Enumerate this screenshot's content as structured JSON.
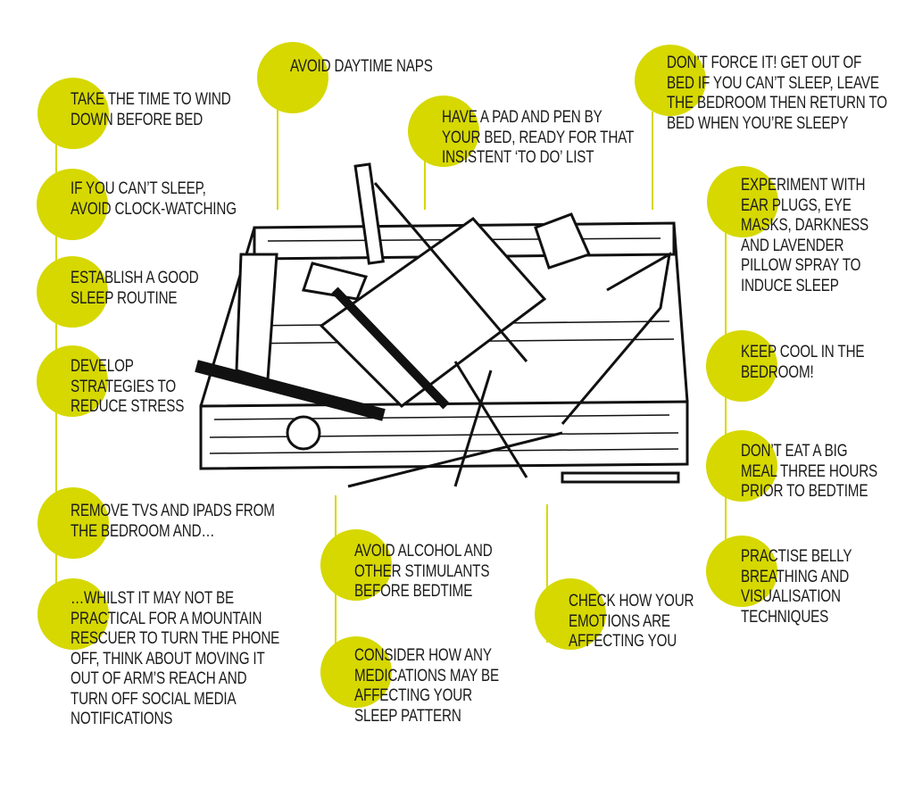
{
  "accent_color": "#d6d800",
  "tips": [
    {
      "id": "wind-down",
      "lines": [
        "TAKE THE TIME TO WIND",
        "DOWN BEFORE BED"
      ]
    },
    {
      "id": "naps",
      "lines": [
        "AVOID DAYTIME NAPS"
      ]
    },
    {
      "id": "pad-pen",
      "lines": [
        "HAVE A PAD AND PEN BY",
        "YOUR BED, READY FOR THAT",
        "INSISTENT ‘TO DO’ LIST"
      ]
    },
    {
      "id": "dont-force",
      "lines": [
        "DON’T FORCE IT! GET OUT OF",
        "BED IF YOU CAN’T SLEEP, LEAVE",
        "THE BEDROOM THEN RETURN TO",
        "BED WHEN YOU’RE SLEEPY"
      ]
    },
    {
      "id": "clock",
      "lines": [
        "IF YOU CAN’T SLEEP,",
        "AVOID CLOCK-WATCHING"
      ]
    },
    {
      "id": "routine",
      "lines": [
        "ESTABLISH A GOOD",
        "SLEEP ROUTINE"
      ]
    },
    {
      "id": "stress",
      "lines": [
        "DEVELOP",
        "STRATEGIES TO",
        "REDUCE STRESS"
      ]
    },
    {
      "id": "experiment",
      "lines": [
        "EXPERIMENT WITH",
        "EAR PLUGS, EYE",
        "MASKS, DARKNESS",
        "AND LAVENDER",
        "PILLOW SPRAY TO",
        "INDUCE SLEEP"
      ]
    },
    {
      "id": "cool",
      "lines": [
        "KEEP COOL IN THE",
        "BEDROOM!"
      ]
    },
    {
      "id": "meal",
      "lines": [
        "DON’T EAT A BIG",
        "MEAL THREE HOURS",
        "PRIOR TO BEDTIME"
      ]
    },
    {
      "id": "belly",
      "lines": [
        "PRACTISE BELLY",
        "BREATHING AND",
        "VISUALISATION",
        "TECHNIQUES"
      ]
    },
    {
      "id": "tvs",
      "lines": [
        "REMOVE TVS AND IPADS FROM",
        "THE BEDROOM AND…"
      ]
    },
    {
      "id": "phone",
      "lines": [
        "…WHILST IT MAY NOT BE",
        "PRACTICAL FOR A MOUNTAIN",
        "RESCUER TO TURN THE PHONE",
        "OFF, THINK ABOUT MOVING IT",
        "OUT OF ARM’S REACH AND",
        "TURN OFF SOCIAL MEDIA",
        "NOTIFICATIONS"
      ]
    },
    {
      "id": "alcohol",
      "lines": [
        "AVOID ALCOHOL AND",
        "OTHER STIMULANTS",
        "BEFORE BEDTIME"
      ]
    },
    {
      "id": "medications",
      "lines": [
        "CONSIDER HOW ANY",
        "MEDICATIONS MAY BE",
        "AFFECTING YOUR",
        "SLEEP PATTERN"
      ]
    },
    {
      "id": "emotions",
      "lines": [
        "CHECK HOW YOUR",
        "EMOTIONS ARE",
        "AFFECTING YOU"
      ]
    }
  ]
}
